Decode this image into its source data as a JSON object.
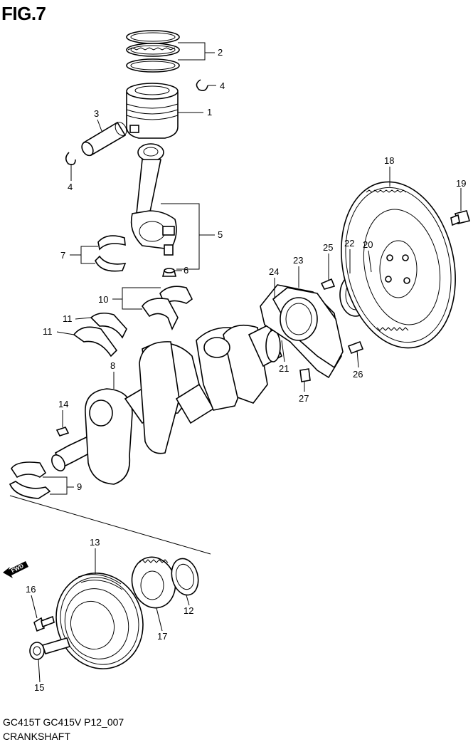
{
  "figure": {
    "title": "FIG.7",
    "code": "GC415T GC415V P12_007",
    "name": "CRANKSHAFT",
    "fwd_label": "FWD"
  },
  "callouts": [
    "1",
    "2",
    "3",
    "4",
    "4",
    "5",
    "6",
    "7",
    "8",
    "9",
    "10",
    "11",
    "11",
    "12",
    "13",
    "14",
    "15",
    "16",
    "17",
    "18",
    "19",
    "20",
    "21",
    "22",
    "23",
    "24",
    "25",
    "26",
    "27"
  ],
  "colors": {
    "line": "#000000",
    "background": "#ffffff"
  }
}
